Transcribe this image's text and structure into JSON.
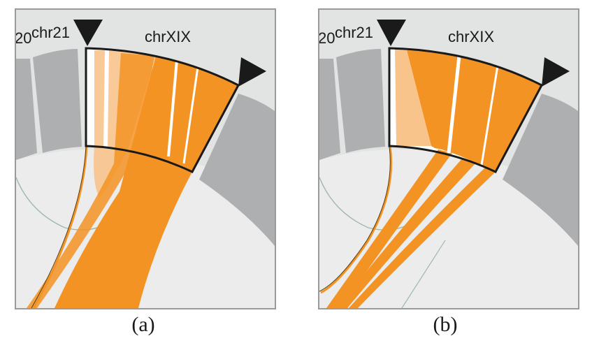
{
  "panels": [
    {
      "id": "a",
      "caption": "(a)",
      "labels": {
        "left_partial": "20",
        "chr21": "chr21",
        "chrXIX": "chrXIX"
      },
      "colors": {
        "link": "#f39323",
        "link_light": "#f8c48c",
        "segment": "#aeafb0",
        "background": "#e2e3e3",
        "inner_ring": "#ececec",
        "highlight_outline": "#1a1a1a"
      }
    },
    {
      "id": "b",
      "caption": "(b)",
      "labels": {
        "left_partial": "20",
        "chr21": "chr21",
        "chrXIX": "chrXIX"
      },
      "colors": {
        "link": "#f39323",
        "link_light": "#f8c48c",
        "segment": "#aeafb0",
        "background": "#e2e3e3",
        "inner_ring": "#ececec",
        "highlight_outline": "#1a1a1a"
      }
    }
  ]
}
